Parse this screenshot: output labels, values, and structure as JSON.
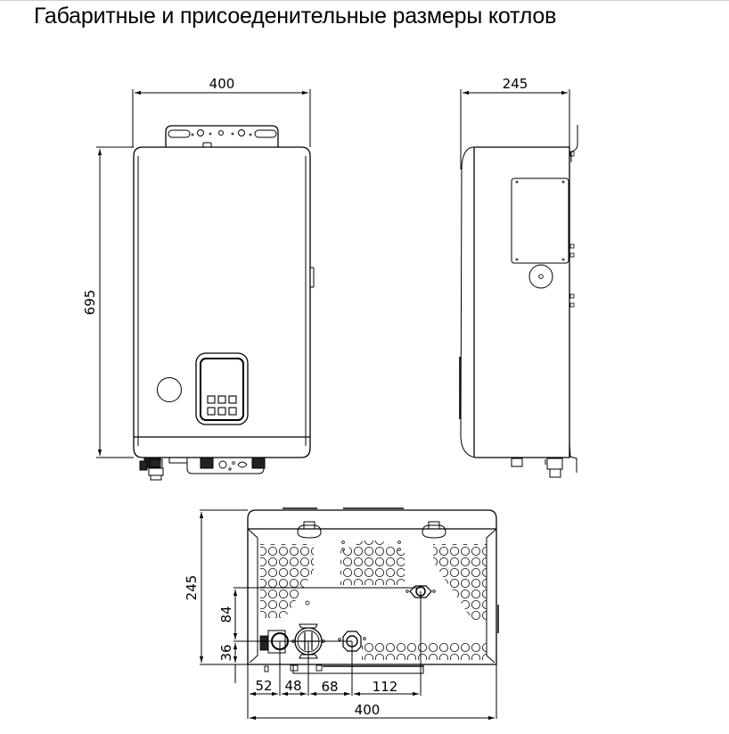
{
  "title": "Габаритные и присоеденительные размеры котлов",
  "views": {
    "front": {
      "width_label": "400",
      "height_label": "695"
    },
    "side": {
      "depth_label": "245"
    },
    "bottom": {
      "depth_label": "245",
      "dim_84": "84",
      "dim_36": "36",
      "dim_52": "52",
      "dim_48": "48",
      "dim_68": "68",
      "dim_112": "112",
      "width_label": "400"
    }
  },
  "colors": {
    "line": "#000000",
    "background": "#ffffff"
  }
}
